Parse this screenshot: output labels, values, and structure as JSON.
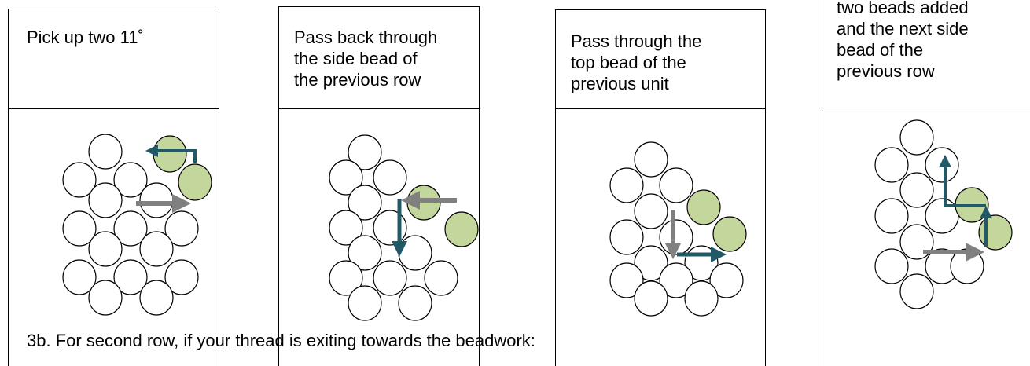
{
  "panels": [
    {
      "caption": "Pick up two 11˚"
    },
    {
      "caption": "Pass back through\nthe side bead of\nthe previous row"
    },
    {
      "caption": "Pass through the\ntop bead of the\nprevious unit"
    },
    {
      "caption": "two beads added\nand the next side\nbead of the\nprevious row"
    }
  ],
  "footer": {
    "text": "3b. For second row, if your thread is exiting towards the beadwork:"
  },
  "colors": {
    "bead_fill": "#ffffff",
    "new_bead_fill": "#c3d69b",
    "arrow_gray": "#808080",
    "arrow_teal": "#215967",
    "line": "#000000"
  }
}
